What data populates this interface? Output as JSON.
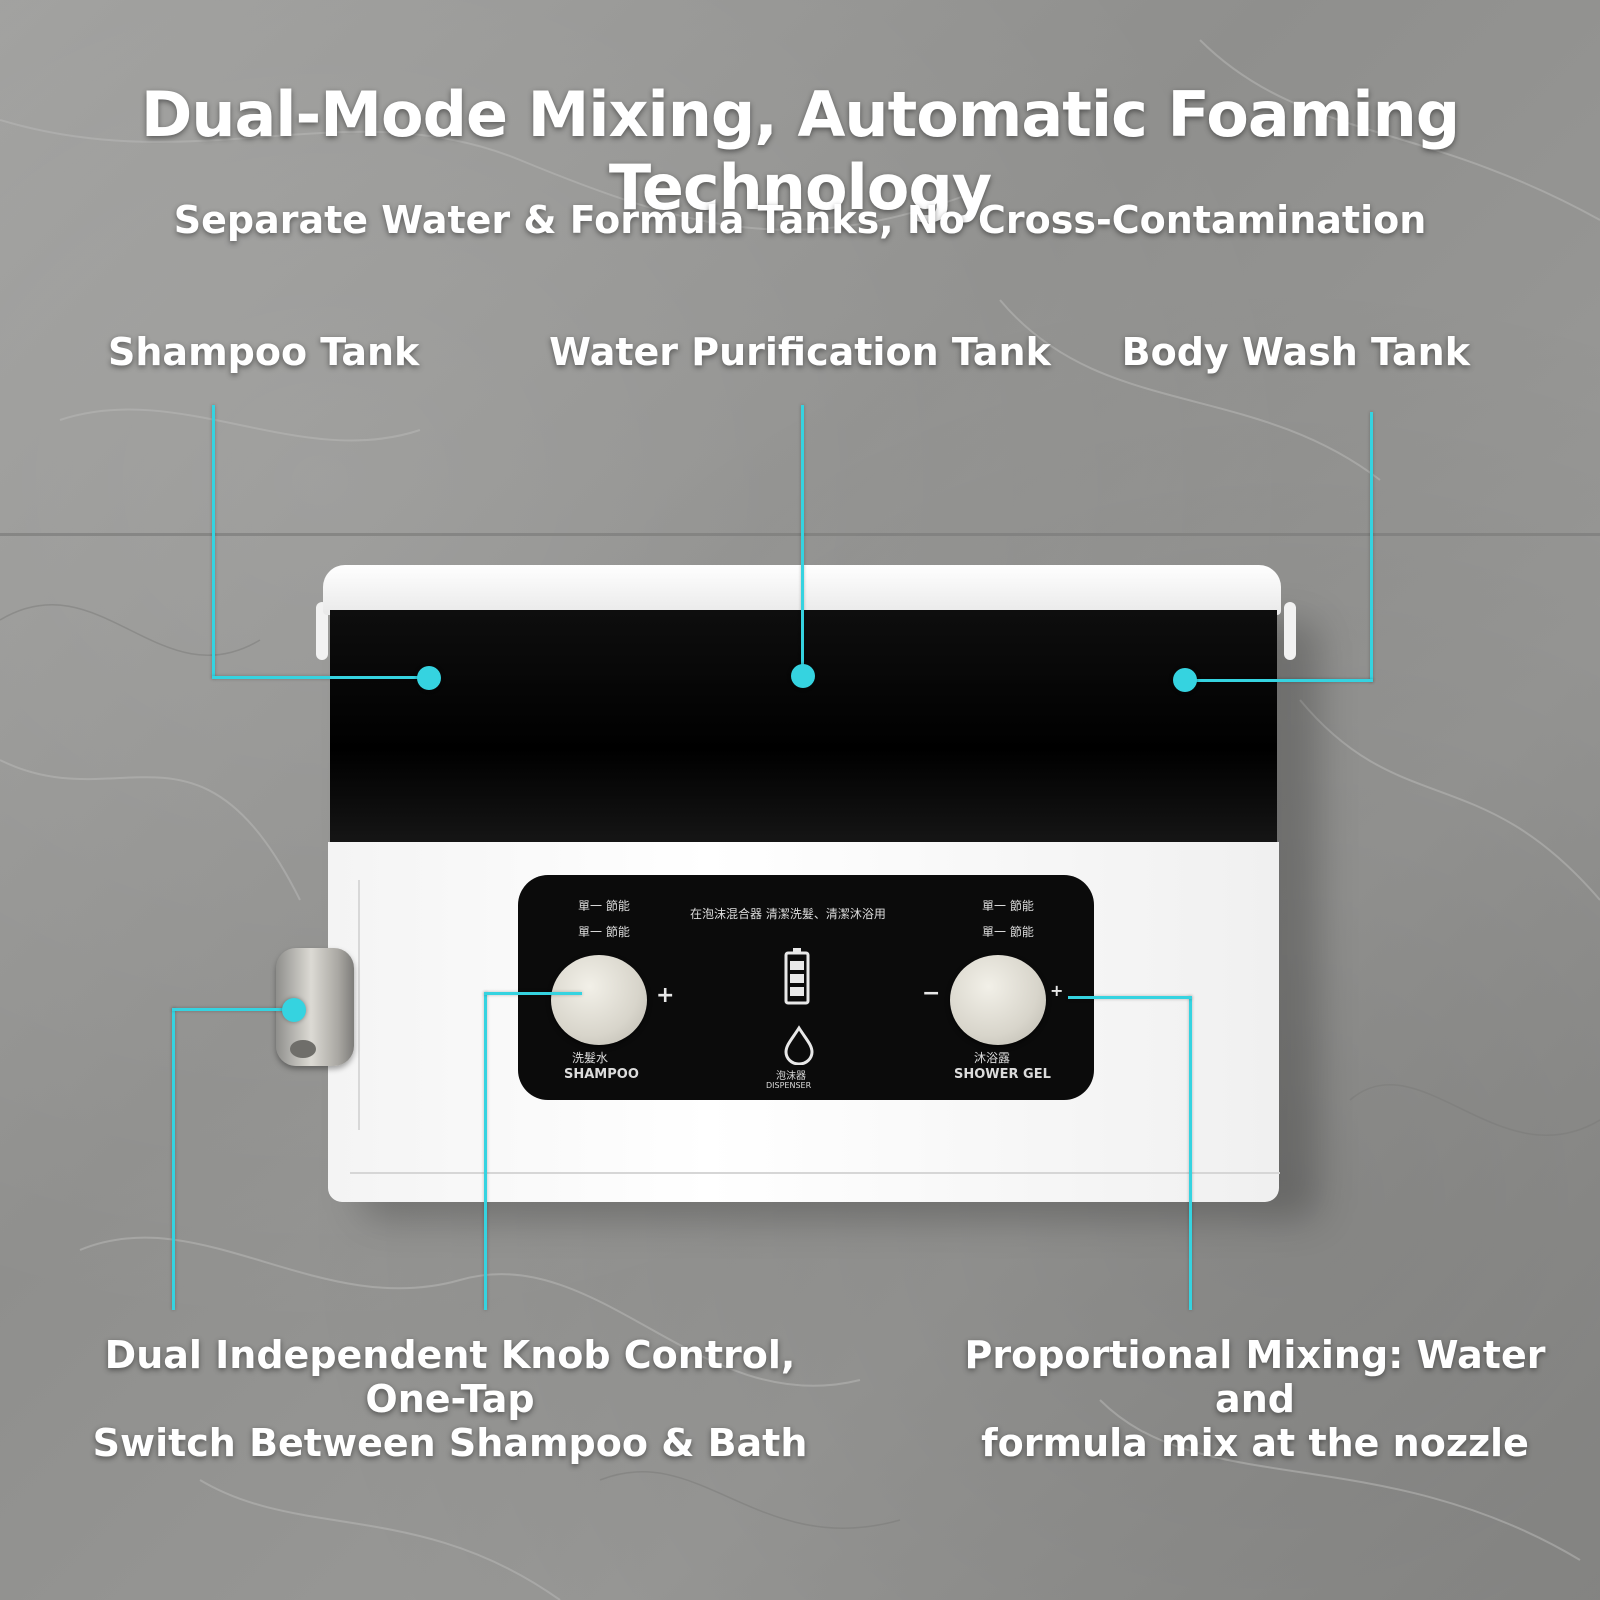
{
  "headline": "Dual-Mode Mixing, Automatic Foaming Technology",
  "subheadline": "Separate Water & Formula Tanks, No Cross-Contamination",
  "callouts": {
    "shampoo_tank": "Shampoo Tank",
    "water_tank": "Water Purification Tank",
    "body_wash_tank": "Body Wash Tank",
    "knob_control_line1": "Dual Independent Knob Control, One-Tap",
    "knob_control_line2": "Switch Between Shampoo & Bath",
    "mixing_line1": "Proportional Mixing: Water and",
    "mixing_line2": "formula mix at the nozzle"
  },
  "panel": {
    "left_small_1": "單一   節能",
    "left_small_2": "單一   節能",
    "top_center": "在泡沫混合器 清潔洗髮、清潔沐浴用",
    "right_small_1": "單一   節能",
    "right_small_2": "單一   節能",
    "left_knob_cn": "洗髮水",
    "left_knob_label": "SHAMPOO",
    "right_knob_cn": "沐浴露",
    "right_knob_label": "SHOWER GEL",
    "center_cn": "泡沫器",
    "center_en": "DISPENSER",
    "plus_sign": "+",
    "minus_sign": "−",
    "right_plus_sign": "+"
  },
  "colors": {
    "accent": "#35d3e0",
    "background": "#949492",
    "panel": "#0b0b0b",
    "device_body": "#ffffff"
  },
  "icons": [
    "battery-icon",
    "water-drop-icon"
  ]
}
